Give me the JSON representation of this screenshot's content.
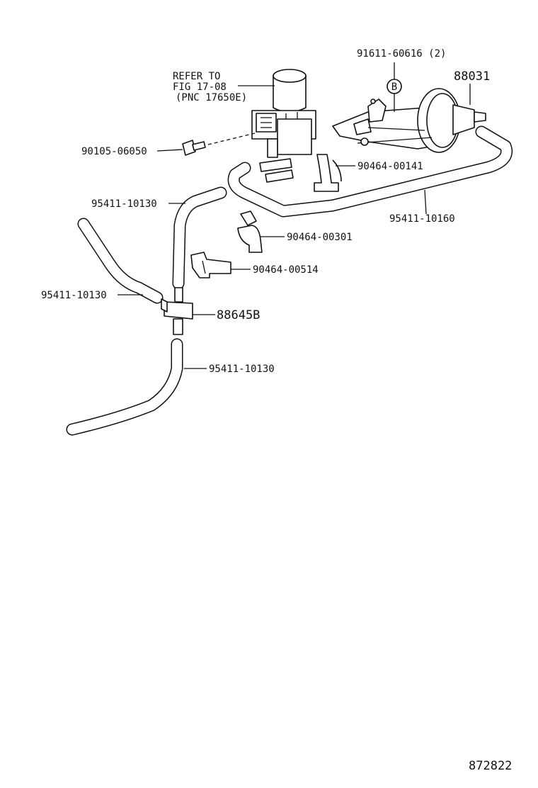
{
  "reference": {
    "line1": "REFER TO",
    "line2": "FIG 17-08",
    "line3": "(PNC 17650E)"
  },
  "callouts": {
    "bolt_b": "91611-60616 (2)",
    "b_marker": "B",
    "actuator": "88031",
    "bolt": "90105-06050",
    "clamp_1": "90464-00141",
    "hose_upper": "95411-10130",
    "hose_long": "95411-10160",
    "clamp_2": "90464-00301",
    "clamp_3": "90464-00514",
    "hose_left": "95411-10130",
    "tee": "88645B",
    "hose_lower": "95411-10130"
  },
  "diagram_id": "872822"
}
